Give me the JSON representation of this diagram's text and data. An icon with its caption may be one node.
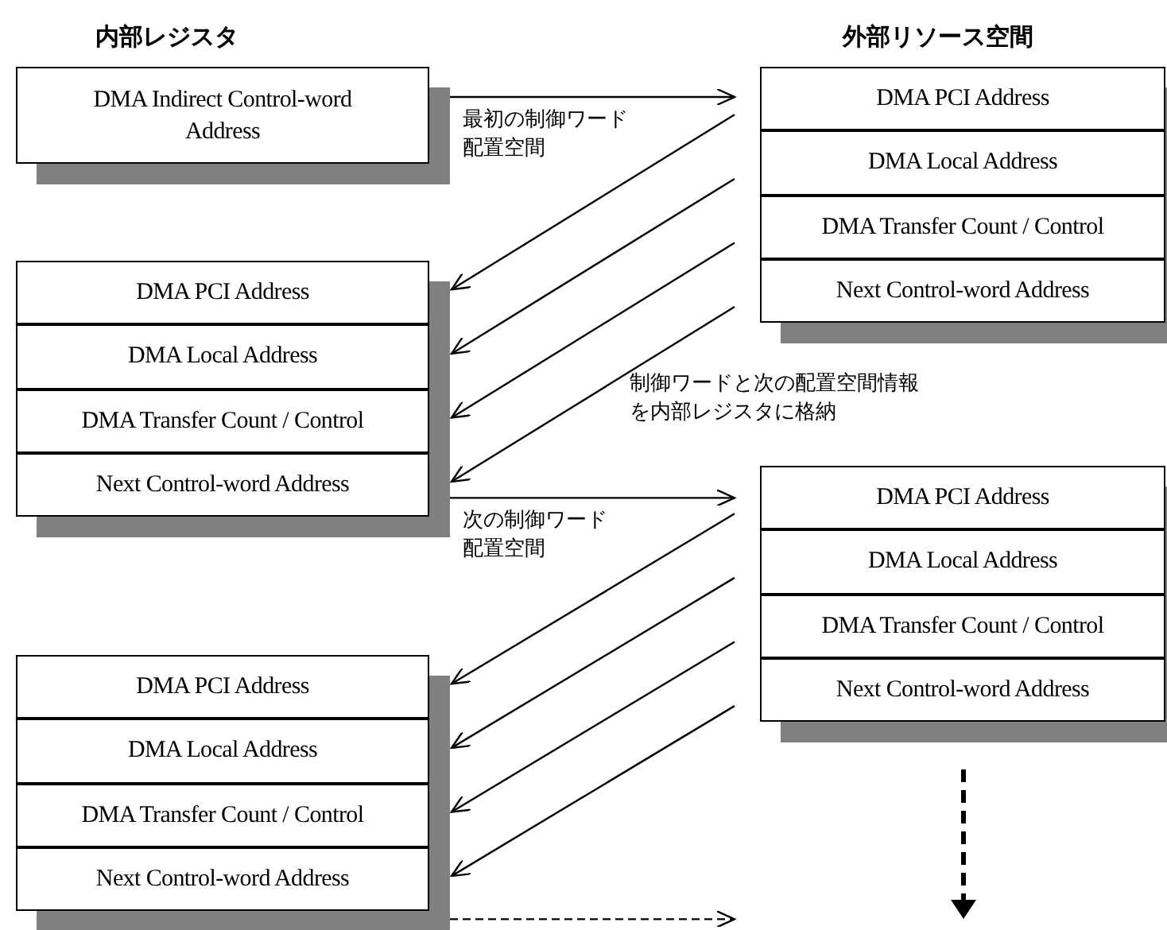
{
  "diagram": {
    "nodes": [
      {
        "text": [
          "DMA Indirect Control-word Address"
        ]
      },
      {
        "text": [
          "DMA PCI Address"
        ]
      },
      {
        "text": [
          "DMA Local Address"
        ]
      },
      {
        "text": [
          "DMA Transfer Count / Control"
        ]
      },
      {
        "text": [
          "Next Control-word Address"
        ]
      },
      {
        "text": [
          "DMA PCI Address"
        ]
      },
      {
        "text": [
          "DMA Local Address"
        ]
      },
      {
        "text": [
          "DMA Transfer Count / Control"
        ]
      },
      {
        "text": [
          "Next Control-word Address"
        ]
      },
      {
        "text": [
          "DMA PCI Address"
        ]
      },
      {
        "text": [
          "DMA Local Address"
        ]
      },
      {
        "text": [
          "DMA Transfer Count / Control"
        ]
      },
      {
        "text": [
          "Next Control-word Address"
        ]
      },
      {
        "text": [
          "DMA PCI Address"
        ]
      },
      {
        "text": [
          "DMA Local Address"
        ]
      },
      {
        "text": [
          "DMA Transfer Count / Control"
        ]
      },
      {
        "text": [
          "Next Control-word Address"
        ]
      }
    ],
    "edges": [
      {
        "from": 0,
        "to": 1,
        "arrow": "to",
        "label": "最初の制御ワード配置空間"
      },
      {
        "from": 1,
        "to": 5,
        "arrow": "to"
      },
      {
        "from": 2,
        "to": 6,
        "arrow": "to"
      },
      {
        "from": 3,
        "to": 7,
        "arrow": "to"
      },
      {
        "from": 4,
        "to": 8,
        "arrow": "to"
      },
      {
        "from": 8,
        "to": 9,
        "arrow": "to",
        "label": "次の制御ワード配置空間"
      },
      {
        "from": 9,
        "to": 13,
        "arrow": "to"
      },
      {
        "from": 10,
        "to": 14,
        "arrow": "to"
      },
      {
        "from": 11,
        "to": 15,
        "arrow": "to"
      },
      {
        "from": 12,
        "to": 16,
        "arrow": "to"
      },
      {
        "from": 16,
        "to": null,
        "arrow": "to",
        "style": "dashed"
      }
    ],
    "labels": [
      "内部レジスタ",
      "外部リソース空間",
      "制御ワードと次の配置空間情報を内部レジスタに格納"
    ]
  }
}
